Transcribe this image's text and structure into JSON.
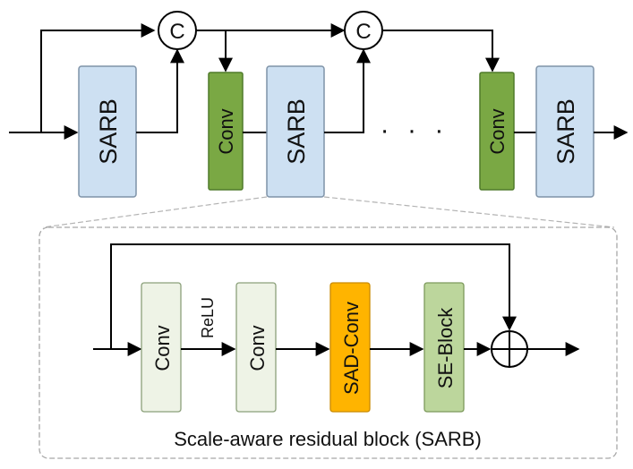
{
  "colors": {
    "sarb_fill": "#cde0f2",
    "conv_top_fill": "#7aa844",
    "conv_inner_fill": "#eef3e6",
    "sad_conv_fill": "#ffb400",
    "se_block_fill": "#bcd69c"
  },
  "top_row": {
    "concat_symbol": "C",
    "sarb_label": "SARB",
    "conv_label": "Conv",
    "ellipsis": "· · ·"
  },
  "detail": {
    "conv_label": "Conv",
    "activation": "ReLU",
    "sad_conv_label": "SAD-Conv",
    "se_block_label": "SE-Block",
    "caption": "Scale-aware residual block (SARB)"
  }
}
